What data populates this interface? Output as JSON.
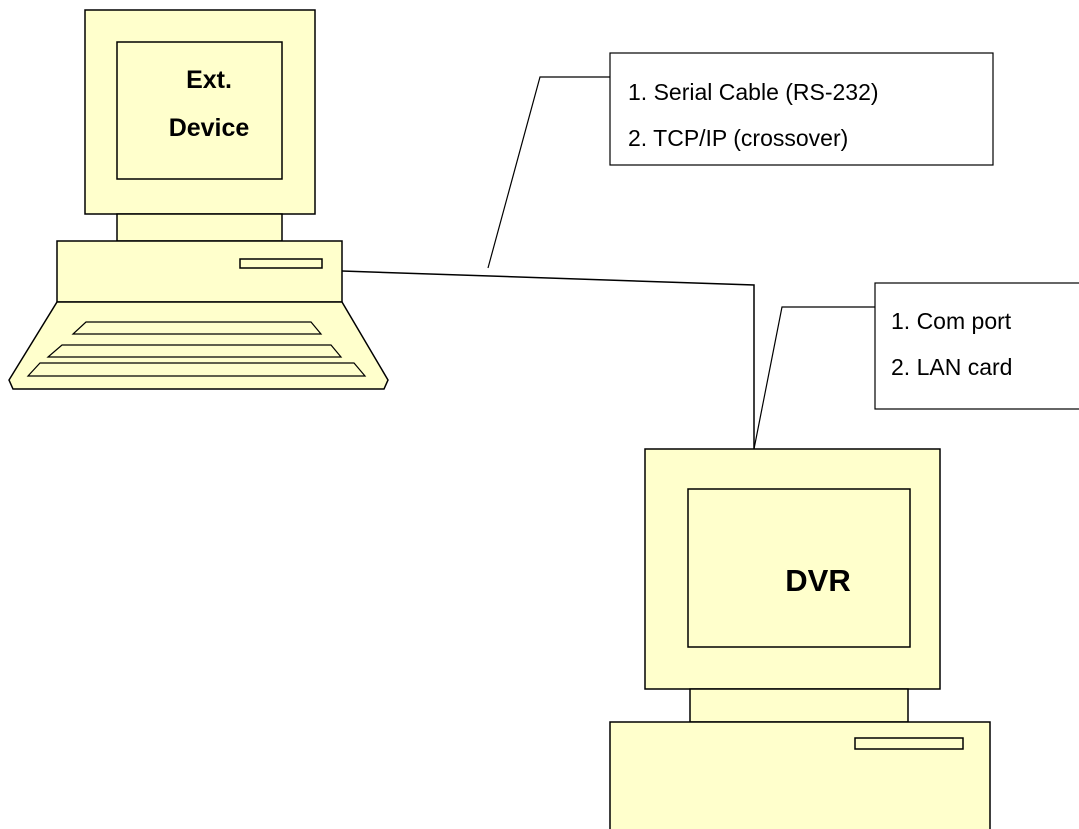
{
  "colors": {
    "device_fill": "#ffffcc",
    "stroke": "#000000",
    "box_fill": "#ffffff"
  },
  "ext_device": {
    "label_line1": "Ext.",
    "label_line2": "Device"
  },
  "dvr": {
    "label": "DVR"
  },
  "connection_callout": {
    "items": [
      "1. Serial Cable (RS-232)",
      "2. TCP/IP (crossover)"
    ]
  },
  "port_callout": {
    "items": [
      "1. Com port",
      "2. LAN card"
    ]
  }
}
